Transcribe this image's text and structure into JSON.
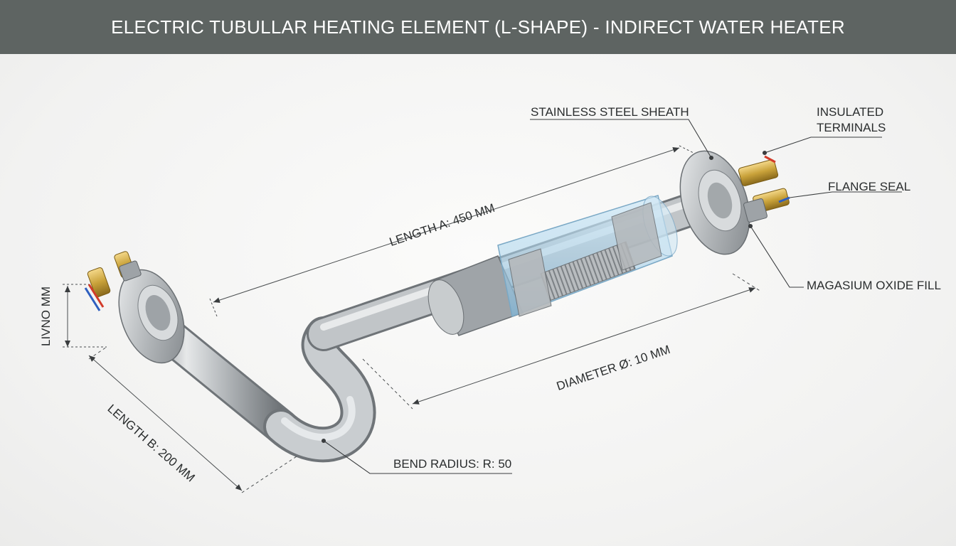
{
  "title": "ELECTRIC TUBULLAR HEATING ELEMENT (L-SHAPE) - INDIRECT WATER HEATER",
  "labels": {
    "stainless_steel_sheath": "STAINLESS STEEL SHEATH",
    "insulated_terminals": "INSULATED TERMINALS",
    "flange_seal": "FLANGE SEAL",
    "magnesium_oxide_fill": "MAGASIUM OXIDE FILL",
    "length_a": "LENGTH A: 450 MM",
    "diameter": "DIAMETER Ø: 10 MM",
    "length_b": "LENGTH B: 200 MM",
    "bend_radius": "BEND RADIUS: R: 50",
    "left_height": "LIVNO MM"
  },
  "colors": {
    "title_bar": "#5e6462",
    "background": "#f4f4f3",
    "steel": "#a9adb0",
    "brass": "#c9a23a",
    "glass": "#a9d3ec",
    "wire_red": "#d23b2a",
    "wire_blue": "#2e5fbf",
    "line": "#4a4e50"
  }
}
